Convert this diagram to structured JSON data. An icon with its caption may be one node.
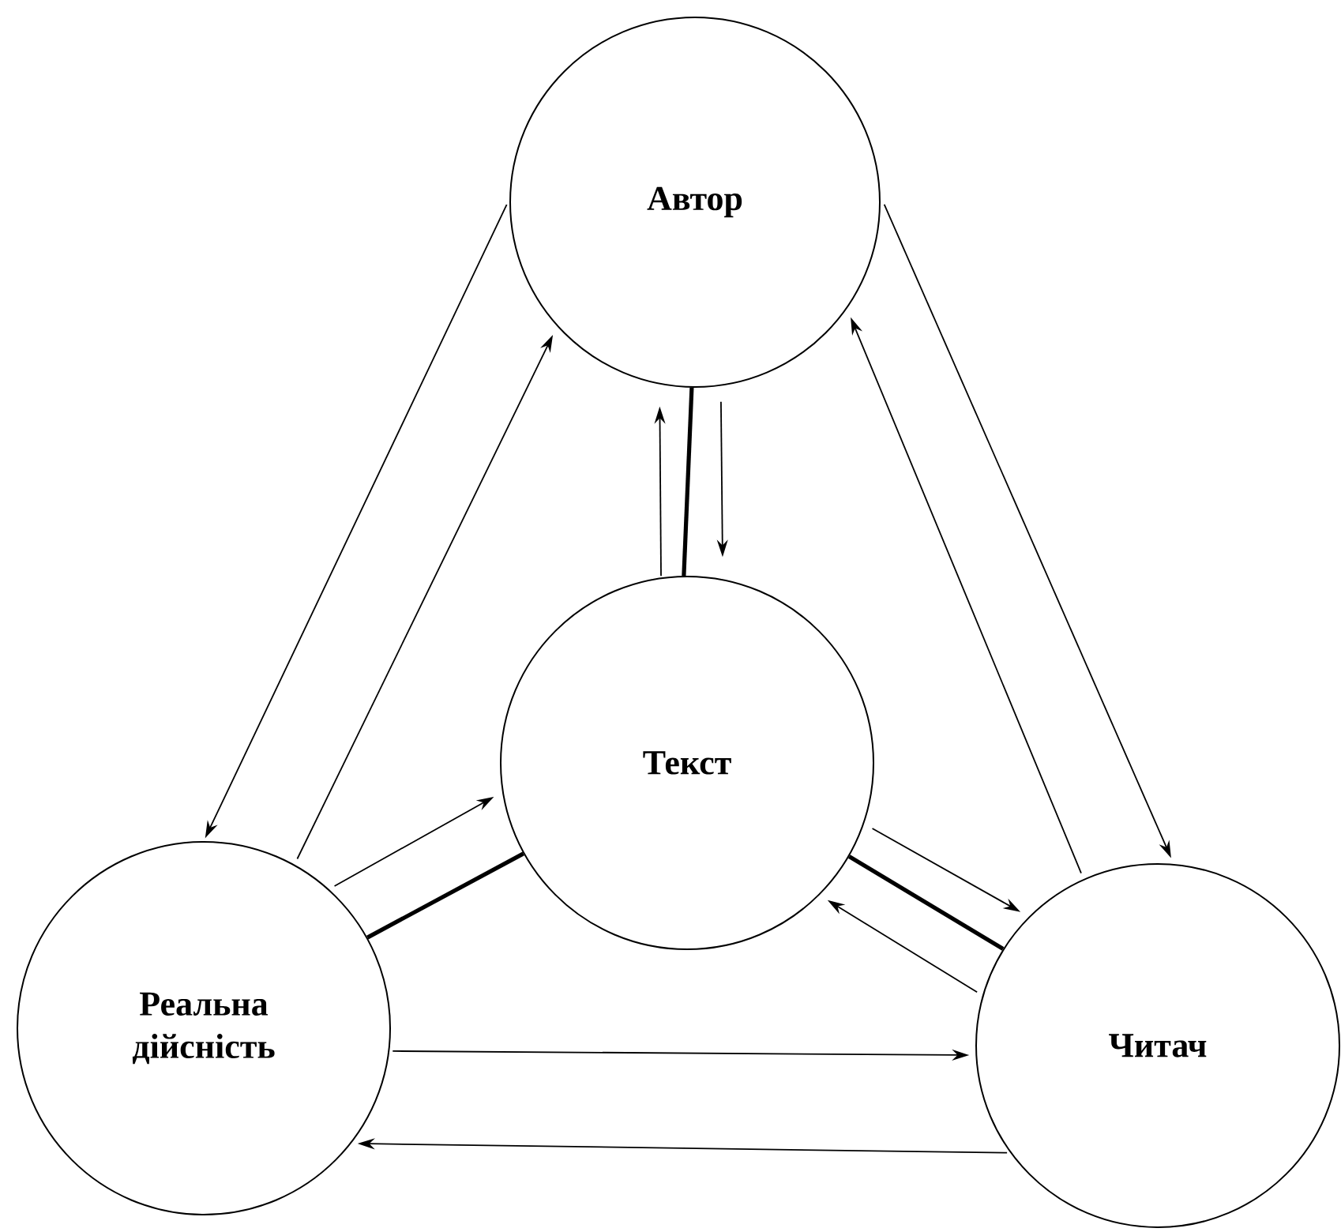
{
  "diagram": {
    "nodes": [
      {
        "text": [
          "Автор"
        ]
      },
      {
        "text": [
          "Текст"
        ]
      },
      {
        "text": [
          "Реальна дійсність"
        ]
      },
      {
        "text": [
          "Читач"
        ]
      }
    ],
    "edges": [
      {
        "from": 1,
        "to": 0,
        "arrow": "to"
      },
      {
        "from": 0,
        "to": 1,
        "arrow": "none",
        "style": "thick"
      },
      {
        "from": 0,
        "to": 1,
        "arrow": "to"
      },
      {
        "from": 0,
        "to": 2,
        "arrow": "to"
      },
      {
        "from": 2,
        "to": 0,
        "arrow": "to"
      },
      {
        "from": 2,
        "to": 1,
        "arrow": "to"
      },
      {
        "from": 2,
        "to": 1,
        "arrow": "none",
        "style": "thick"
      },
      {
        "from": 1,
        "to": 3,
        "arrow": "to"
      },
      {
        "from": 1,
        "to": 3,
        "arrow": "none",
        "style": "thick"
      },
      {
        "from": 3,
        "to": 1,
        "arrow": "to"
      },
      {
        "from": 0,
        "to": 3,
        "arrow": "to"
      },
      {
        "from": 3,
        "to": 0,
        "arrow": "to"
      },
      {
        "from": 2,
        "to": 3,
        "arrow": "to"
      },
      {
        "from": 3,
        "to": 2,
        "arrow": "to"
      }
    ]
  }
}
